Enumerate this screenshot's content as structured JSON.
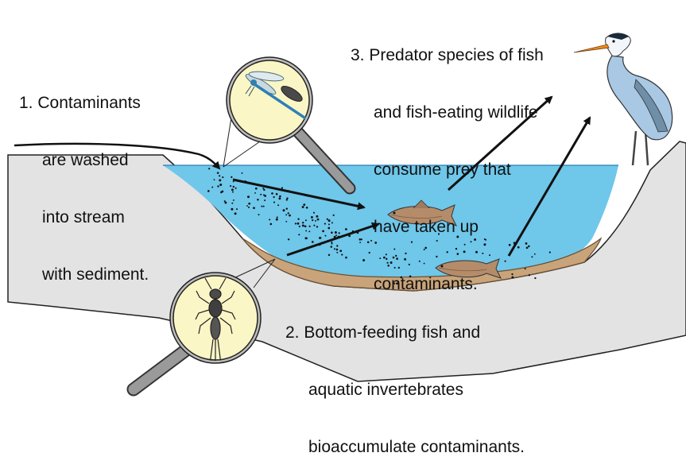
{
  "steps": [
    {
      "number": "1.",
      "lines": [
        "Contaminants",
        "are washed",
        "into stream",
        "with sediment."
      ]
    },
    {
      "number": "2.",
      "lines": [
        "Bottom-feeding fish and",
        "aquatic invertebrates",
        "bioaccumulate contaminants."
      ]
    },
    {
      "number": "3.",
      "lines": [
        "Predator species of fish",
        "and fish-eating wildlife",
        "consume prey that",
        "have taken up",
        "contaminants."
      ]
    }
  ],
  "colors": {
    "water": "#6fc7ea",
    "bank": "#e3e3e3",
    "sediment": "#c9a47a",
    "magnifier_lens": "#fbf6c5",
    "handle": "#9a9a9a",
    "heron_body": "#a9c8e4",
    "heron_beak": "#f28a1a",
    "fish": "#b58c6a",
    "dragonfly": "#2f7fb5"
  }
}
